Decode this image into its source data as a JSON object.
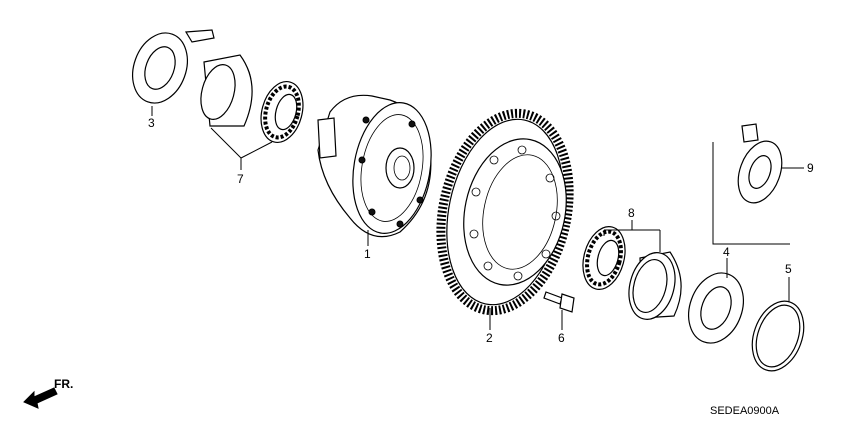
{
  "callouts": [
    {
      "id": "c1",
      "text": "1"
    },
    {
      "id": "c2",
      "text": "2"
    },
    {
      "id": "c3",
      "text": "3"
    },
    {
      "id": "c4",
      "text": "4"
    },
    {
      "id": "c5",
      "text": "5"
    },
    {
      "id": "c6",
      "text": "6"
    },
    {
      "id": "c7",
      "text": "7"
    },
    {
      "id": "c8",
      "text": "8"
    },
    {
      "id": "c9",
      "text": "9"
    }
  ],
  "direction_label": "FR.",
  "diagram_code": "SEDEA0900A"
}
